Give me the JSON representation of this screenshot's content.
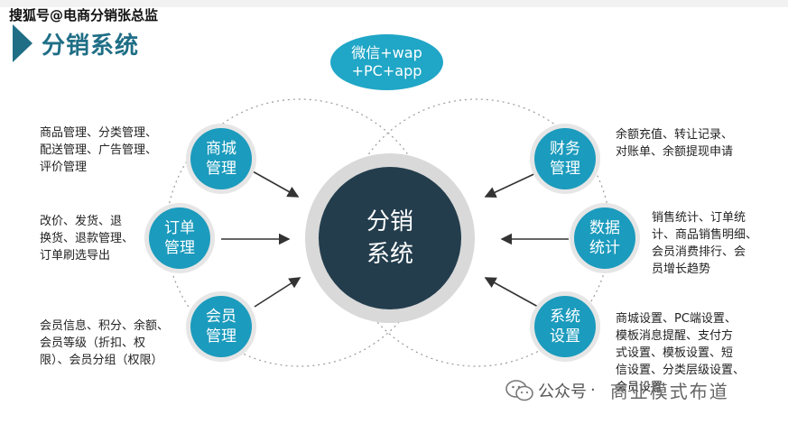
{
  "source_tag": "搜狐号@电商分销张总监",
  "title": "分销系统",
  "top_channel": {
    "line1": "微信+wap",
    "line2": "+PC+app"
  },
  "center": {
    "line1": "分销",
    "line2": "系统"
  },
  "nodes": {
    "mall": {
      "line1": "商城",
      "line2": "管理",
      "desc": [
        "商品管理、分类管理、",
        "配送管理、广告管理、",
        "评价管理"
      ]
    },
    "order": {
      "line1": "订单",
      "line2": "管理",
      "desc": [
        "改价、发货、退",
        "换货、退款管理、",
        "订单刷选导出"
      ]
    },
    "member": {
      "line1": "会员",
      "line2": "管理",
      "desc": [
        "会员信息、积分、余额、",
        "会员等级（折扣、权",
        "限）、会员分组（权限）"
      ]
    },
    "finance": {
      "line1": "财务",
      "line2": "管理",
      "desc": [
        "余额充值、转让记录、",
        "对账单、余额提现申请"
      ]
    },
    "stats": {
      "line1": "数据",
      "line2": "统计",
      "desc": [
        "销售统计、订单统",
        "计、商品销售明细、",
        "会员消费排行、会",
        "员增长趋势"
      ]
    },
    "settings": {
      "line1": "系统",
      "line2": "设置",
      "desc": [
        "商城设置、PC端设置、",
        "模板消息提醒、支付方",
        "式设置、模板设置、短",
        "信设置、分类层级设置、",
        "会员设置"
      ]
    }
  },
  "watermark": {
    "label": "公众号",
    "separator": "·",
    "name": "商业模式布道"
  },
  "colors": {
    "node": "#1b9bbd",
    "center": "#233d4d",
    "title": "#1f6e86",
    "ring": "#d9d9d9"
  }
}
